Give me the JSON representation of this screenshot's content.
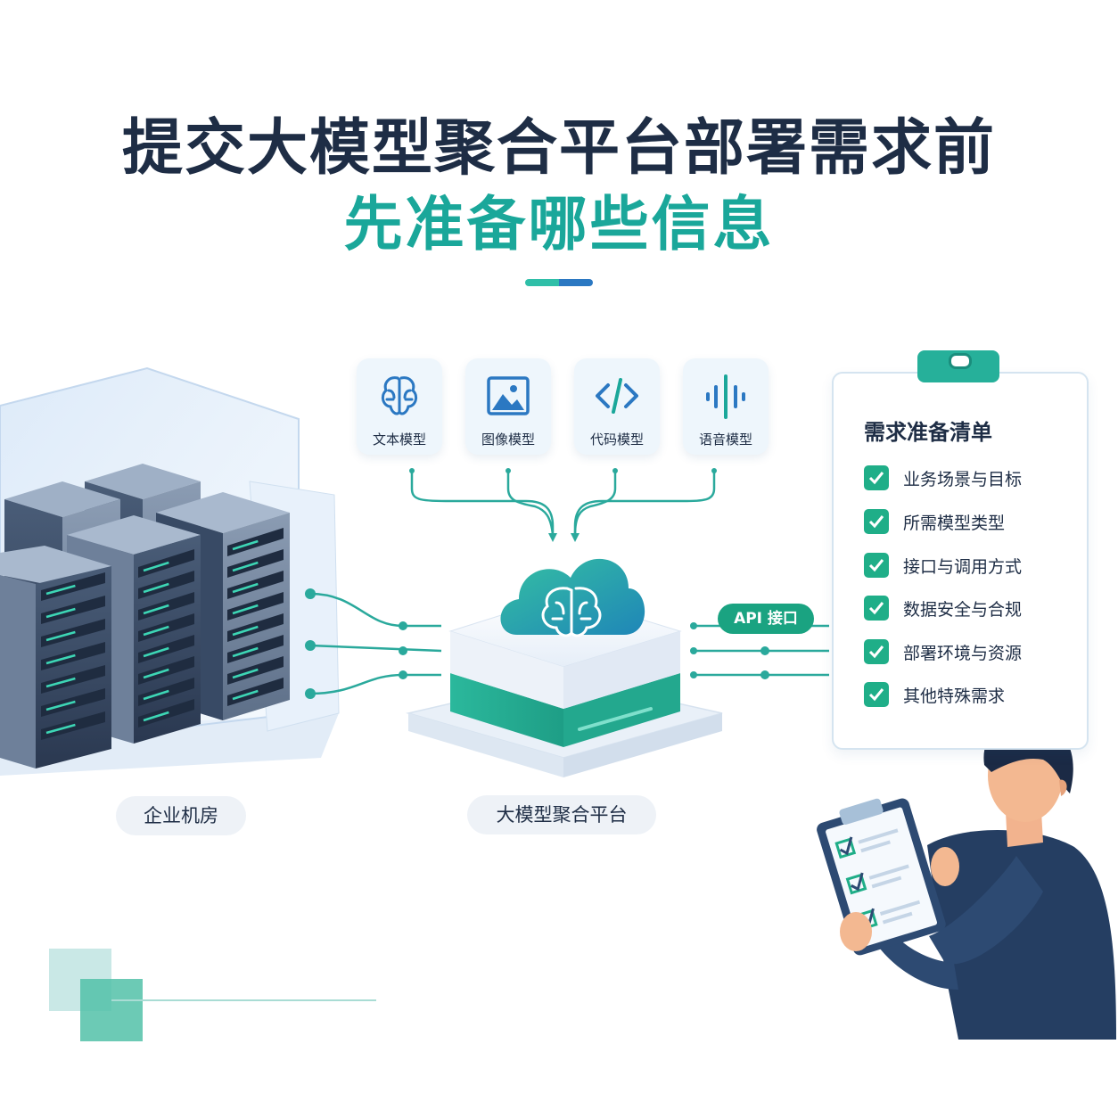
{
  "title": {
    "line1": "提交大模型聚合平台部署需求前",
    "line2": "先准备哪些信息"
  },
  "colors": {
    "navy": "#1e2d45",
    "teal": "#1aa79a",
    "green": "#1fae88",
    "blue": "#2b78c2"
  },
  "models": [
    {
      "label": "文本模型",
      "icon": "brain-icon"
    },
    {
      "label": "图像模型",
      "icon": "image-icon"
    },
    {
      "label": "代码模型",
      "icon": "code-icon"
    },
    {
      "label": "语音模型",
      "icon": "audio-wave-icon"
    }
  ],
  "datacenter": {
    "label": "企业机房"
  },
  "platform": {
    "label": "大模型聚合平台"
  },
  "api": {
    "label": "API 接口"
  },
  "checklist": {
    "title": "需求准备清单",
    "items": [
      "业务场景与目标",
      "所需模型类型",
      "接口与调用方式",
      "数据安全与合规",
      "部署环境与资源",
      "其他特殊需求"
    ]
  }
}
